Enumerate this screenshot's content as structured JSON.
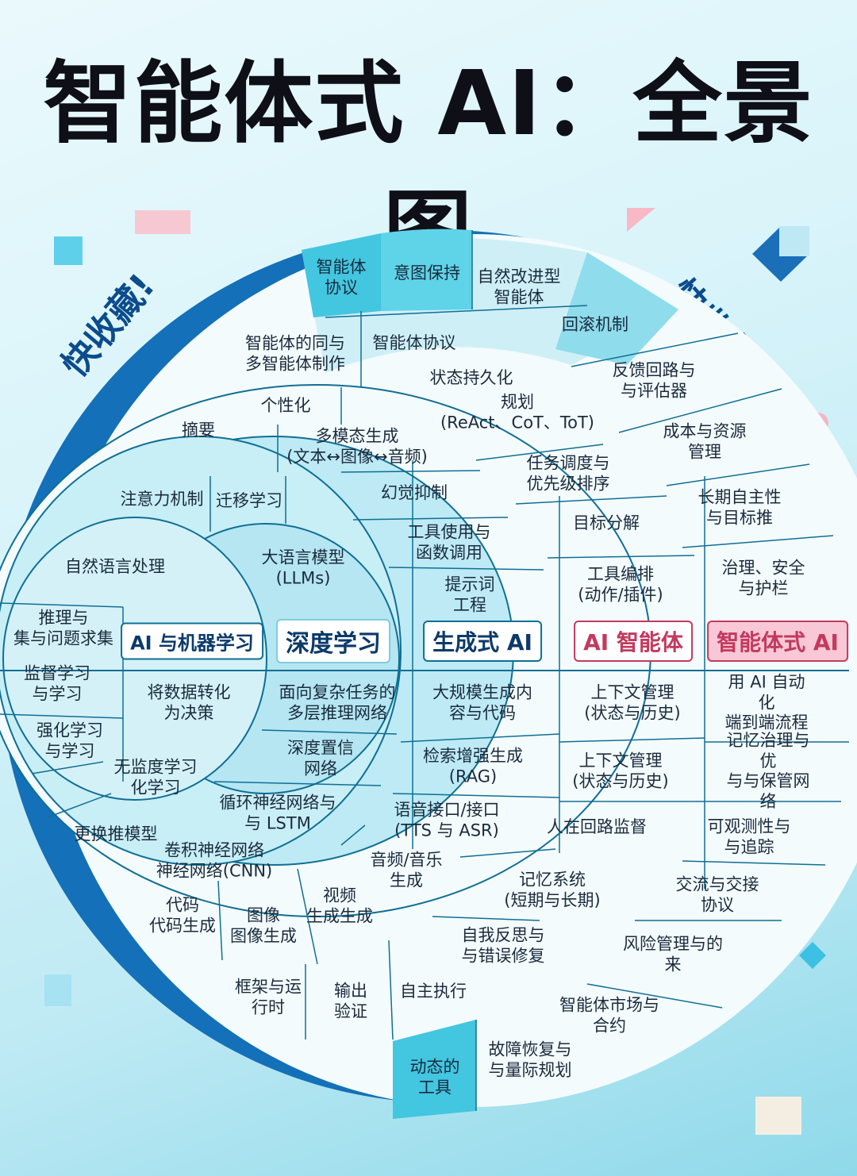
{
  "title": "智能体式 AI：全景图",
  "decor": {
    "save_left": "快收藏!",
    "save_right": "快收藏!"
  },
  "colors": {
    "core": "#8fdcec",
    "deep": "#a8e6f1",
    "band_dark": "#43c6e0",
    "band_light": "#cfeff6",
    "ring_white": "#f4fbfd",
    "arc_blue": "#1470b8",
    "line": "#0f6f95",
    "agent_pink": "#c23a5e",
    "agentic_fill": "#f8c8d6"
  },
  "categories": {
    "ml": "AI 与机器学习",
    "dl": "深度学习",
    "gen": "生成式 AI",
    "agent": "AI 智能体",
    "agentic": "智能体式 AI"
  },
  "ml_items": {
    "nlp": "自然语言处理",
    "reasoning": "推理与\n集与问题求集",
    "supervised": "监督学习\n与学习",
    "data_decision": "将数据转化\n为决策",
    "rl": "强化学习\n与学习",
    "unsupervised": "无监度学习\n化学习",
    "swap": "更换推模型"
  },
  "dl_items": {
    "attention": "注意力机制",
    "transfer": "迁移学习",
    "llms": "大语言模型\n(LLMs)",
    "layers": "面向复杂任务的\n多层推理网络",
    "belief": "深度置信\n网络",
    "rnn": "循环神经网络与\n与 LSTM",
    "cnn": "卷积神经网络\n神经网络(CNN)"
  },
  "gen_items": {
    "summary": "摘要",
    "personal": "个性化",
    "multimodal": "多模态生成\n(文本↔图像↔音频)",
    "halluc": "幻觉抑制",
    "tool": "工具使用与\n函数调用",
    "prompt": "提示词\n工程",
    "largescale": "大规模生成内\n容与代码",
    "rag": "检索增强生成\n(RAG)",
    "speech": "语音接口/接口\n(TTS 与 ASR)",
    "audio": "音频/音乐\n生成",
    "video": "视频\n生成生成",
    "image": "图像\n图像生成",
    "code": "代码\n代码生成"
  },
  "agent_items": {
    "coop": "智能体的同与\n多智能体制作",
    "collab": "智能体协议",
    "state": "状态持久化",
    "planning": "规划\n(ReAct、CoT、ToT)",
    "priority": "任务调度与\n优先级排序",
    "decomp": "目标分解",
    "toolorch": "工具编排\n(动作/插件)",
    "ctx1": "上下文管理\n(状态与历史)",
    "ctx2": "上下文管理\n(状态与历史)",
    "hitl": "人在回路监督",
    "memory": "记忆系统\n(短期与长期)",
    "selfreflect": "自我反思与\n与错误修复",
    "autoexec": "自主执行",
    "verify": "输出\n验证",
    "runtime": "框架与运\n行时",
    "dyntools": "动态的\n工具"
  },
  "agentic_items": {
    "protocol": "智能体\n协议",
    "intent": "意图保持",
    "selfimprove": "自然改进型\n智能体",
    "rollback": "回滚机制",
    "feedback": "反馈回路与\n与评估器",
    "cost": "成本与资源\n管理",
    "longterm": "长期自主性\n与目标推",
    "governance": "治理、安全\n与护栏",
    "automate": "用 AI 自动化\n端到端流程",
    "memgov": "记忆治理与优\n与与保管网络",
    "observe": "可观测性与\n与追踪",
    "exchange": "交流与交接\n协议",
    "risk": "风险管理与的\n来",
    "market": "智能体市场与\n合约",
    "recovery": "故障恢复与\n与量际规划"
  }
}
